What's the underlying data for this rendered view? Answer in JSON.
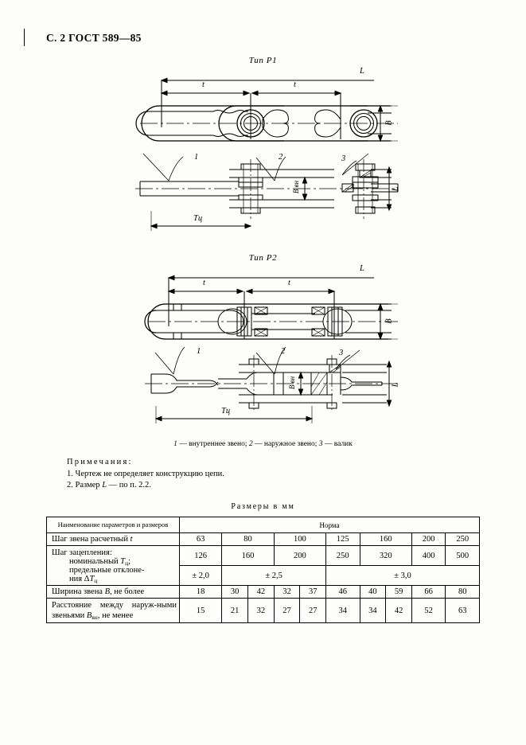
{
  "header": {
    "page_marker": "С. 2 ГОСТ 589—85"
  },
  "figures": [
    {
      "title": "Тип Р1",
      "dim_t1": "t",
      "dim_t2": "t",
      "dim_L": "L",
      "dim_B": "B",
      "dim_Bvn": "B вн",
      "dim_Tc": "Tц",
      "dim_L2": "L",
      "callout_1": "1",
      "callout_2": "2",
      "callout_3": "3"
    },
    {
      "title": "Тип Р2",
      "dim_t1": "t",
      "dim_t2": "t",
      "dim_L": "L",
      "dim_B": "B",
      "dim_Bvn": "B вн",
      "dim_Tc": "Tц",
      "dim_L2": "L",
      "callout_1": "1",
      "callout_2": "2",
      "callout_3": "3"
    }
  ],
  "legend": {
    "text": "1 — внутреннее звено; 2 — наружное звено; 3 — валик",
    "item1_num": "1",
    "item1_text": " — внутреннее звено; ",
    "item2_num": "2",
    "item2_text": " — наружное звено; ",
    "item3_num": "3",
    "item3_text": " — валик"
  },
  "notes": {
    "title": "Примечания:",
    "note1": "1. Чертеж не определяет конструкцию цепи.",
    "note2_pre": "2. Размер ",
    "note2_var": "L",
    "note2_post": " — по п. 2.2."
  },
  "table": {
    "caption": "Размеры в мм",
    "header_param": "Наименование параметров и размеров",
    "header_norm": "Норма",
    "rows": [
      {
        "label_plain": "Шаг звена расчетный ",
        "label_var": "t",
        "values": [
          "63",
          "80",
          "100",
          "125",
          "160",
          "200",
          "250"
        ],
        "spans": [
          1,
          2,
          2,
          1,
          2,
          1,
          1
        ]
      },
      {
        "label_line1": "Шаг зацепления:",
        "label_line2_pre": "номинальный ",
        "label_line2_var": "T",
        "label_line2_sub": "ц",
        "label_line2_post": ";",
        "values": [
          "126",
          "160",
          "200",
          "250",
          "320",
          "400",
          "500"
        ],
        "spans": [
          1,
          2,
          2,
          1,
          2,
          1,
          1
        ]
      },
      {
        "label_line3": "предельные отклоне-",
        "label_line4_pre": "ния Δ",
        "label_line4_var": "T",
        "label_line4_sub": "ц",
        "values": [
          "± 2,0",
          "± 2,5",
          "± 3,0"
        ],
        "spans": [
          1,
          4,
          5
        ]
      },
      {
        "label_plain": "Ширина звена ",
        "label_var": "B",
        "label_tail": ", не более",
        "values": [
          "18",
          "30",
          "42",
          "32",
          "37",
          "46",
          "40",
          "59",
          "66",
          "80"
        ],
        "spans": [
          1,
          1,
          1,
          1,
          1,
          1,
          1,
          1,
          1,
          1
        ]
      },
      {
        "label_long_pre": "Расстояние между наруж-ными звеньями ",
        "label_long_var": "B",
        "label_long_sub": "вн",
        "label_long_post": ", не менее",
        "values": [
          "15",
          "21",
          "32",
          "27",
          "27",
          "34",
          "34",
          "42",
          "52",
          "63"
        ],
        "spans": [
          1,
          1,
          1,
          1,
          1,
          1,
          1,
          1,
          1,
          1
        ]
      }
    ]
  }
}
